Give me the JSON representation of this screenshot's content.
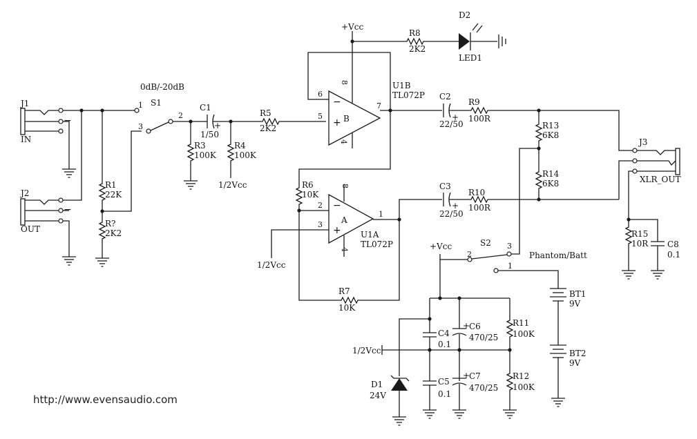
{
  "labels": {
    "j1": "J1",
    "in": "IN",
    "j2": "J2",
    "out": "OUT",
    "r1": "R1",
    "r1v": "22K",
    "r_": "R?",
    "r_v": "2K2",
    "gain": "0dB/-20dB",
    "s1": "S1",
    "c1": "C1",
    "c1v": "1/50",
    "r3": "R3",
    "r3v": "100K",
    "r4": "R4",
    "r4v": "100K",
    "halfvcc1": "1/2Vcc",
    "r5": "R5",
    "r5v": "2K2",
    "vcc1": "+Vcc",
    "r8": "R8",
    "r8v": "2K2",
    "d2": "D2",
    "led1": "LED1",
    "u1b": "U1B",
    "tl1": "TL072P",
    "opb": "B",
    "c2": "C2",
    "c2v": "22/50",
    "r9": "R9",
    "r9v": "100R",
    "r13": "R13",
    "r13v": "6K8",
    "r14": "R14",
    "r14v": "6K8",
    "j3": "J3",
    "xlr": "XLR_OUT",
    "r6": "R6",
    "r6v": "10K",
    "opa": "A",
    "u1a": "U1A",
    "tl2": "TL072P",
    "halfvcc2": "1/2Vcc",
    "c3": "C3",
    "c3v": "22/50",
    "r10": "R10",
    "r10v": "100R",
    "r15": "R15",
    "r15v": "10R",
    "c8": "C8",
    "c8v": "0.1",
    "r7": "R7",
    "r7v": "10K",
    "vcc2": "+Vcc",
    "s2": "S2",
    "phantom": "Phantom/Batt",
    "bt1": "BT1",
    "bt1v": "9V",
    "bt2": "BT2",
    "bt2v": "9V",
    "c4": "C4",
    "c4v": "0.1",
    "c6": "C6",
    "c6v": "470/25",
    "r11": "R11",
    "r11v": "100K",
    "halfvcc3": "1/2Vcc",
    "d1": "D1",
    "d1v": "24V",
    "c5": "C5",
    "c5v": "0.1",
    "c7": "C7",
    "c7v": "470/25",
    "r12": "R12",
    "r12v": "100K",
    "url": "http://www.evensaudio.com"
  },
  "pins": {
    "s1_1": "1",
    "s1_2": "2",
    "s1_3": "3",
    "b_6": "6",
    "b_5": "5",
    "b_7": "7",
    "b_8": "8",
    "b_4": "4",
    "a_2": "2",
    "a_3": "3",
    "a_1": "1",
    "a_8": "8",
    "a_4": "4",
    "s2_1": "1",
    "s2_2": "2",
    "s2_3": "3"
  },
  "symbols": {
    "minus": "−",
    "plus": "+"
  }
}
